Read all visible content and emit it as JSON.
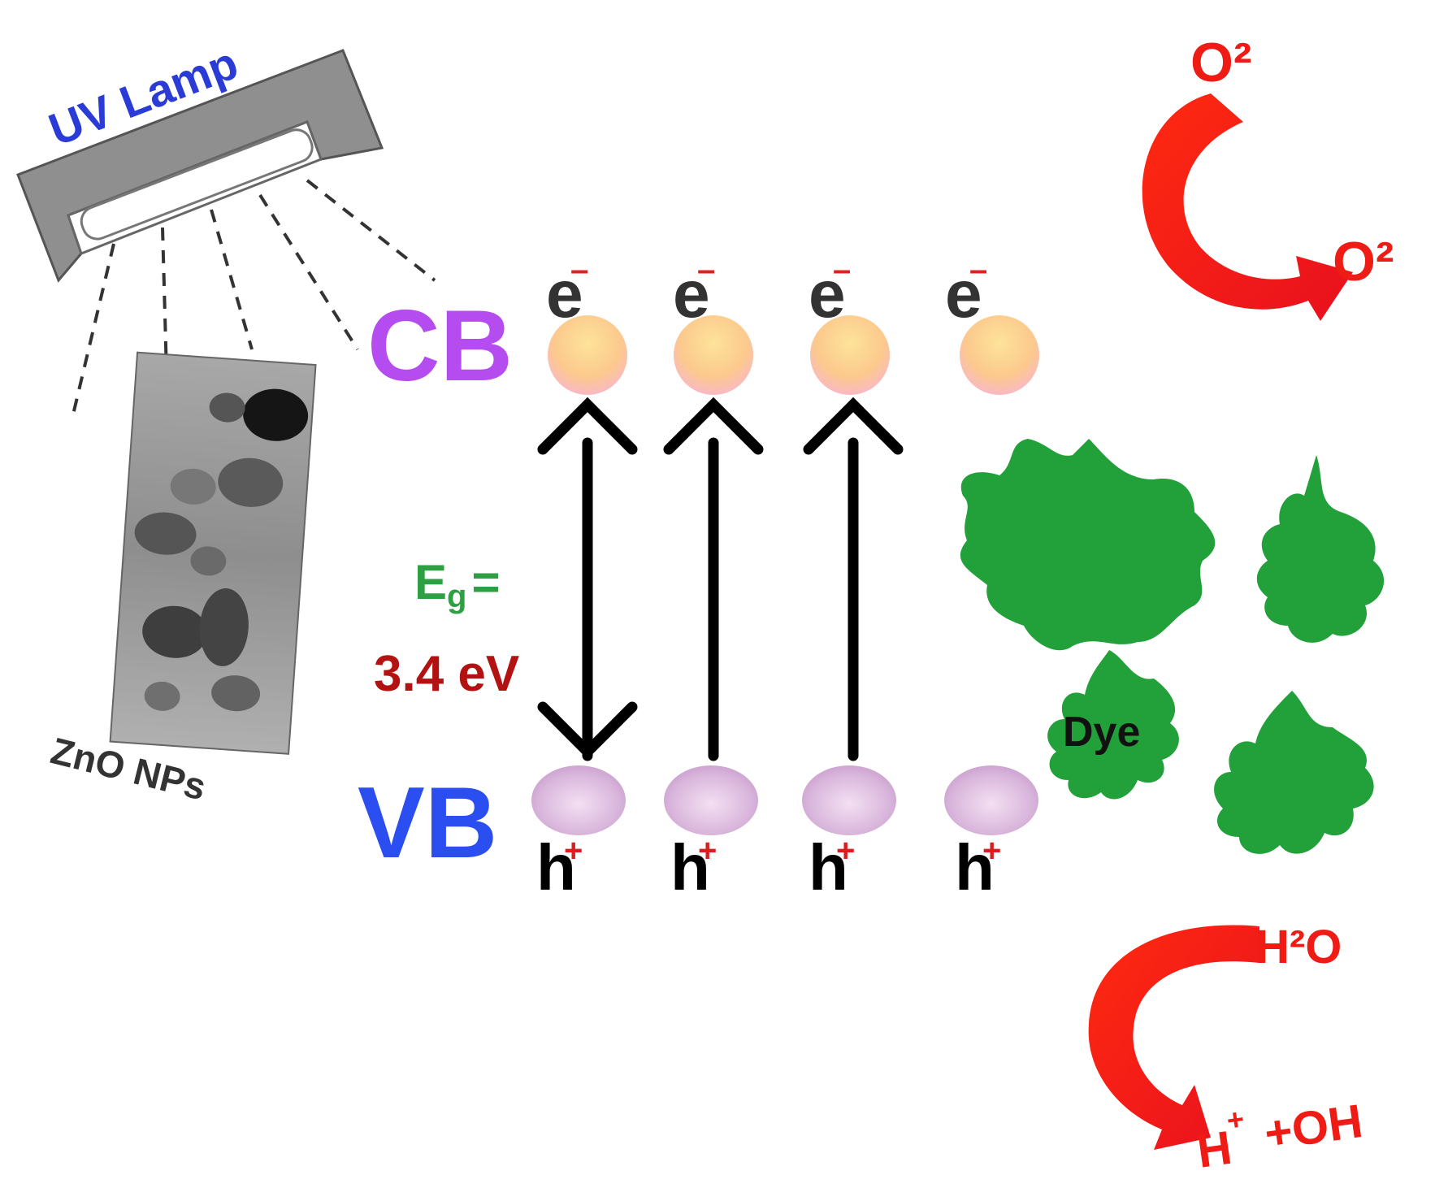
{
  "lamp": {
    "label": "UV Lamp"
  },
  "sample": {
    "label": "ZnO NPs"
  },
  "bands": {
    "cb_label": "CB",
    "vb_label": "VB"
  },
  "carriers": {
    "electron_symbol": "e",
    "electron_charge": "–",
    "hole_symbol": "h",
    "hole_charge": "+"
  },
  "bandgap": {
    "symbol": "E",
    "subscript": "g",
    "equals": "=",
    "value": "3.4 eV"
  },
  "dye": {
    "label": "Dye"
  },
  "reactions": {
    "oxygen_in": "O²",
    "oxygen_out": "O²",
    "water": "H²O",
    "products_h": "H",
    "products_plus": "+",
    "products_oh": "+OH"
  },
  "colors": {
    "lamp_label": "#2a3bd6",
    "cb": "#b44cf0",
    "vb": "#2b4ef0",
    "eg": "#2ea043",
    "ev": "#b31212",
    "dye": "#22a03a",
    "reaction": "#ee1c14",
    "electron_ball": "#fbd08c",
    "hole_ball": "#d8b7dc"
  }
}
